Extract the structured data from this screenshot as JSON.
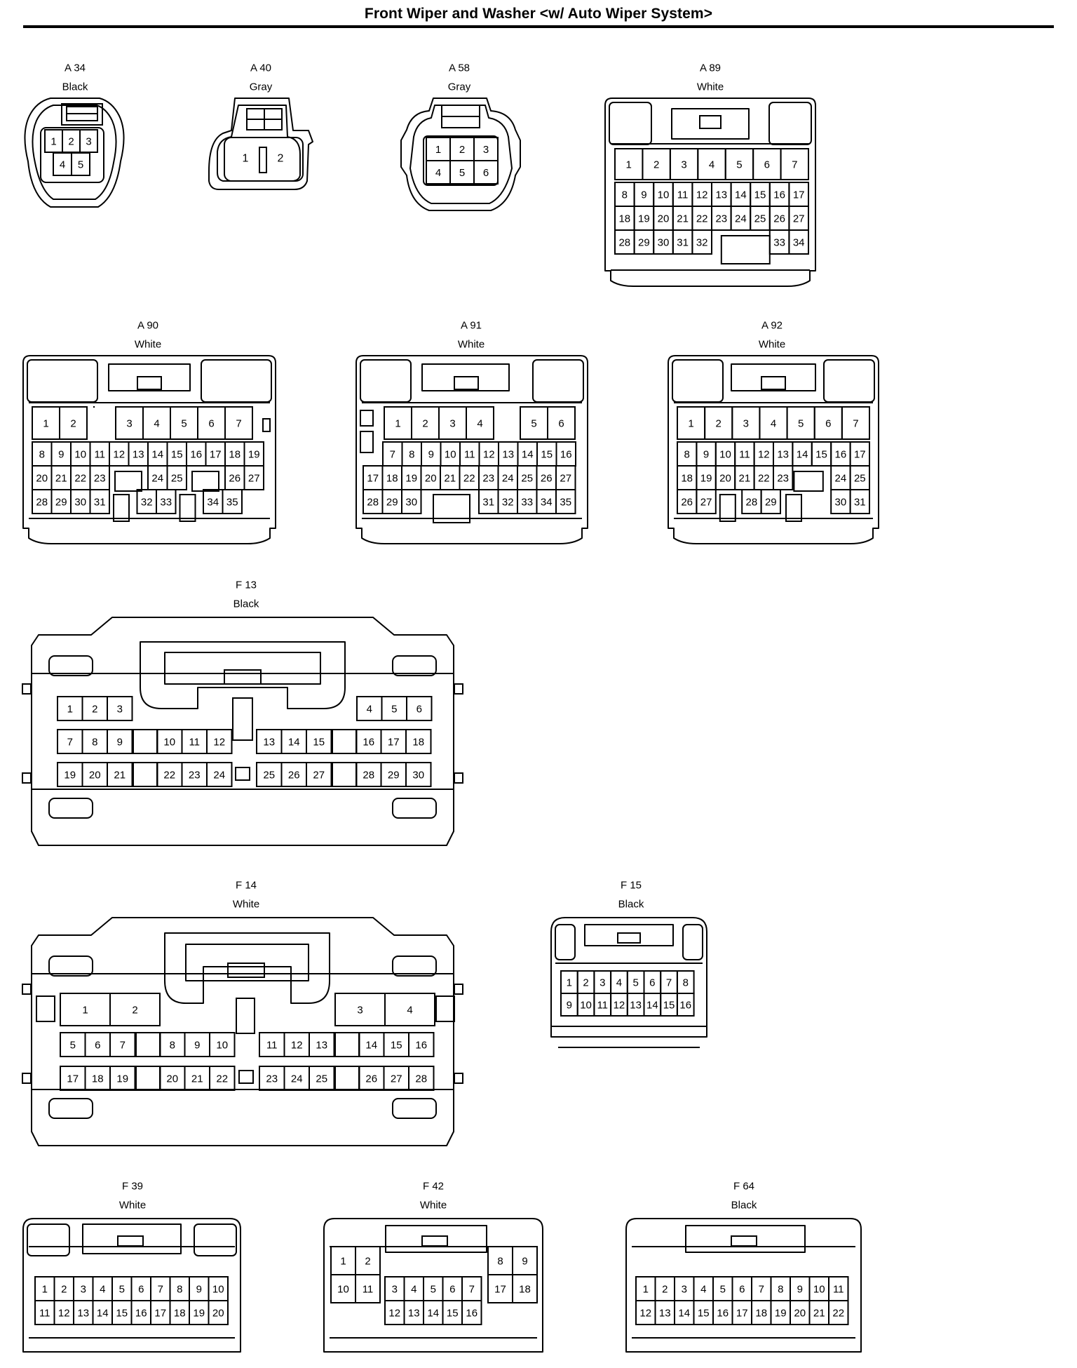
{
  "title": "Front Wiper and Washer <w/ Auto Wiper System>",
  "connectors": [
    {
      "id": "A34",
      "label": "A 34",
      "color": "Black",
      "type": "round5"
    },
    {
      "id": "A40",
      "label": "A 40",
      "color": "Gray",
      "type": "two"
    },
    {
      "id": "A58",
      "label": "A 58",
      "color": "Gray",
      "type": "six"
    },
    {
      "id": "A89",
      "label": "A 89",
      "color": "White",
      "type": "grid",
      "rows": [
        [
          "1",
          "2",
          "3",
          "4",
          "5",
          "6",
          "7"
        ],
        [
          "8",
          "9",
          "10",
          "11",
          "12",
          "13",
          "14",
          "15",
          "16",
          "17"
        ],
        [
          "18",
          "19",
          "20",
          "21",
          "22",
          "23",
          "24",
          "25",
          "26",
          "27"
        ],
        [
          "28",
          "29",
          "30",
          "31",
          "32",
          "",
          "",
          "",
          "33",
          "34"
        ]
      ]
    },
    {
      "id": "A90",
      "label": "A 90",
      "color": "White",
      "type": "grid",
      "rows": [
        [
          "1",
          "2",
          "",
          "3",
          "4",
          "5",
          "6",
          "7"
        ],
        [
          "8",
          "9",
          "10",
          "11",
          "12",
          "13",
          "14",
          "15",
          "16",
          "17",
          "18",
          "19"
        ],
        [
          "20",
          "21",
          "22",
          "23",
          "",
          "",
          "24",
          "25",
          "",
          "",
          "26",
          "27"
        ],
        [
          "28",
          "29",
          "30",
          "31",
          "",
          "32",
          "33",
          "",
          "34",
          "35"
        ]
      ]
    },
    {
      "id": "A91",
      "label": "A 91",
      "color": "White",
      "type": "grid",
      "rows": [
        [
          "1",
          "2",
          "3",
          "4",
          "",
          "5",
          "6"
        ],
        [
          "7",
          "8",
          "9",
          "10",
          "11",
          "12",
          "13",
          "14",
          "15",
          "16"
        ],
        [
          "17",
          "18",
          "19",
          "20",
          "21",
          "22",
          "23",
          "24",
          "25",
          "26",
          "27"
        ],
        [
          "28",
          "29",
          "30",
          "",
          "31",
          "32",
          "33",
          "34",
          "35"
        ]
      ]
    },
    {
      "id": "A92",
      "label": "A 92",
      "color": "White",
      "type": "grid",
      "rows": [
        [
          "1",
          "2",
          "3",
          "4",
          "5",
          "6",
          "7"
        ],
        [
          "8",
          "9",
          "10",
          "11",
          "12",
          "13",
          "14",
          "15",
          "16",
          "17"
        ],
        [
          "18",
          "19",
          "20",
          "21",
          "22",
          "23",
          "",
          "24",
          "25"
        ],
        [
          "26",
          "27",
          "",
          "28",
          "29",
          "",
          "30",
          "31"
        ]
      ]
    },
    {
      "id": "F13",
      "label": "F 13",
      "color": "Black",
      "type": "grid",
      "rows": [
        [
          "1",
          "2",
          "3",
          "",
          "",
          "",
          "",
          "",
          "",
          "",
          "",
          "4",
          "5",
          "6"
        ],
        [
          "7",
          "8",
          "9",
          "",
          "10",
          "11",
          "12",
          "",
          "13",
          "14",
          "15",
          "",
          "16",
          "17",
          "18"
        ],
        [
          "19",
          "20",
          "21",
          "",
          "22",
          "23",
          "24",
          "",
          "25",
          "26",
          "27",
          "",
          "28",
          "29",
          "30"
        ]
      ]
    },
    {
      "id": "F14",
      "label": "F 14",
      "color": "White",
      "type": "grid",
      "rows": [
        [
          "1",
          "2",
          "",
          "",
          "3",
          "4"
        ],
        [
          "5",
          "6",
          "7",
          "",
          "8",
          "9",
          "10",
          "",
          "11",
          "12",
          "13",
          "",
          "14",
          "15",
          "16"
        ],
        [
          "17",
          "18",
          "19",
          "",
          "20",
          "21",
          "22",
          "",
          "23",
          "24",
          "25",
          "",
          "26",
          "27",
          "28"
        ]
      ]
    },
    {
      "id": "F15",
      "label": "F 15",
      "color": "Black",
      "type": "grid",
      "rows": [
        [
          "1",
          "2",
          "3",
          "4",
          "5",
          "6",
          "7",
          "8"
        ],
        [
          "9",
          "10",
          "11",
          "12",
          "13",
          "14",
          "15",
          "16"
        ]
      ]
    },
    {
      "id": "F39",
      "label": "F 39",
      "color": "White",
      "type": "grid",
      "rows": [
        [
          "1",
          "2",
          "3",
          "4",
          "5",
          "6",
          "7",
          "8",
          "9",
          "10"
        ],
        [
          "11",
          "12",
          "13",
          "14",
          "15",
          "16",
          "17",
          "18",
          "19",
          "20"
        ]
      ]
    },
    {
      "id": "F42",
      "label": "F 42",
      "color": "White",
      "type": "grid",
      "rows": [
        [
          "1",
          "2",
          "",
          "8",
          "9"
        ],
        [
          "10",
          "11",
          "3",
          "4",
          "5",
          "6",
          "7",
          "17",
          "18"
        ],
        [
          "12",
          "13",
          "14",
          "15",
          "16"
        ]
      ]
    },
    {
      "id": "F64",
      "label": "F 64",
      "color": "Black",
      "type": "grid",
      "rows": [
        [
          "1",
          "2",
          "3",
          "4",
          "5",
          "6",
          "7",
          "8",
          "9",
          "10",
          "11"
        ],
        [
          "12",
          "13",
          "14",
          "15",
          "16",
          "17",
          "18",
          "19",
          "20",
          "21",
          "22"
        ]
      ]
    }
  ]
}
